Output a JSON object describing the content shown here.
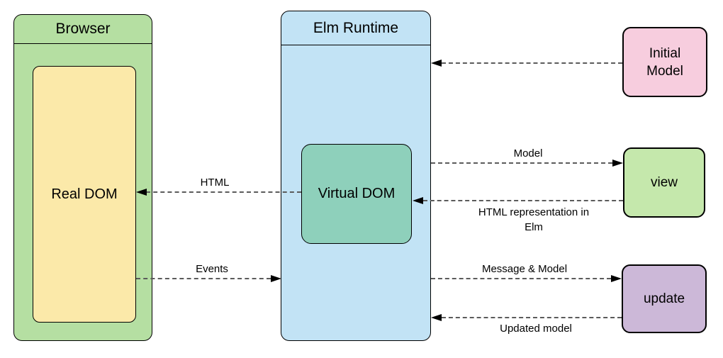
{
  "containers": {
    "browser": {
      "title": "Browser"
    },
    "elm_runtime": {
      "title": "Elm Runtime"
    }
  },
  "nodes": {
    "real_dom": {
      "label": "Real DOM"
    },
    "virtual_dom": {
      "label": "Virtual DOM"
    },
    "initial_model": {
      "line1": "Initial",
      "line2": "Model"
    },
    "view": {
      "label": "view"
    },
    "update": {
      "label": "update"
    }
  },
  "arrows": {
    "virtual_dom_to_real_dom": {
      "label": "HTML",
      "from": "Virtual DOM",
      "to": "Real DOM",
      "direction": "left",
      "style": "dashed"
    },
    "real_dom_to_elm_runtime": {
      "label": "Events",
      "from": "Real DOM",
      "to": "Elm Runtime",
      "direction": "right",
      "style": "dashed"
    },
    "initial_model_to_elm_runtime": {
      "label": "",
      "from": "Initial Model",
      "to": "Elm Runtime",
      "direction": "left",
      "style": "dashed"
    },
    "elm_runtime_to_view": {
      "label": "Model",
      "from": "Elm Runtime",
      "to": "view",
      "direction": "right",
      "style": "dashed"
    },
    "view_to_virtual_dom": {
      "label_line1": "HTML representation in",
      "label_line2": "Elm",
      "from": "view",
      "to": "Virtual DOM",
      "direction": "left",
      "style": "dashed"
    },
    "elm_runtime_to_update": {
      "label": "Message & Model",
      "from": "Elm Runtime",
      "to": "update",
      "direction": "right",
      "style": "dashed"
    },
    "update_to_elm_runtime": {
      "label": "Updated model",
      "from": "update",
      "to": "Elm Runtime",
      "direction": "left",
      "style": "dashed"
    }
  },
  "colors": {
    "background": "#ffffff",
    "browser_fill": "#b5dfa2",
    "real_dom_fill": "#fbe9a9",
    "elm_runtime_fill": "#c2e3f5",
    "virtual_dom_fill": "#8ed0bb",
    "initial_model_fill": "#f7cdde",
    "view_fill": "#c5e8ac",
    "update_fill": "#ccb8d8",
    "box_border": "#000000",
    "arrow_line": "#5b5b5b",
    "arrow_head": "#000000"
  }
}
